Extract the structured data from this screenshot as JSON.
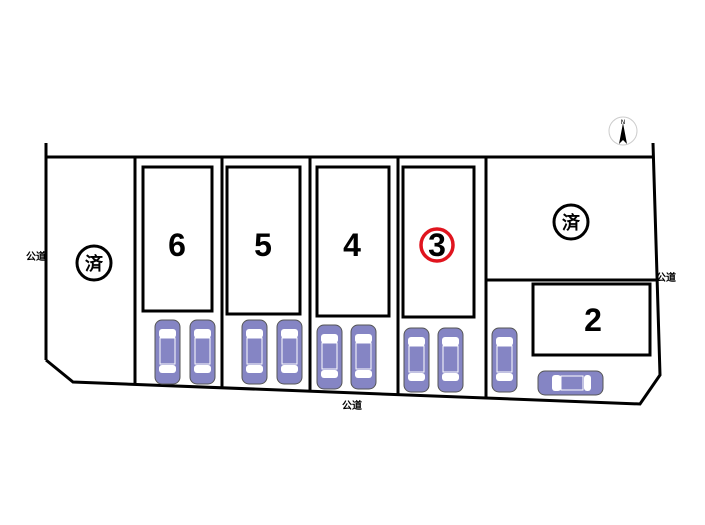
{
  "lots": [
    {
      "label": "6"
    },
    {
      "label": "5"
    },
    {
      "label": "4"
    },
    {
      "label": "3",
      "highlighted": true
    },
    {
      "label": "2"
    }
  ],
  "sold_marker": "済",
  "road_label": "公道",
  "compass_label": "N",
  "colors": {
    "car": "#8585c4",
    "highlight": "#e0141e",
    "line": "#000000"
  }
}
